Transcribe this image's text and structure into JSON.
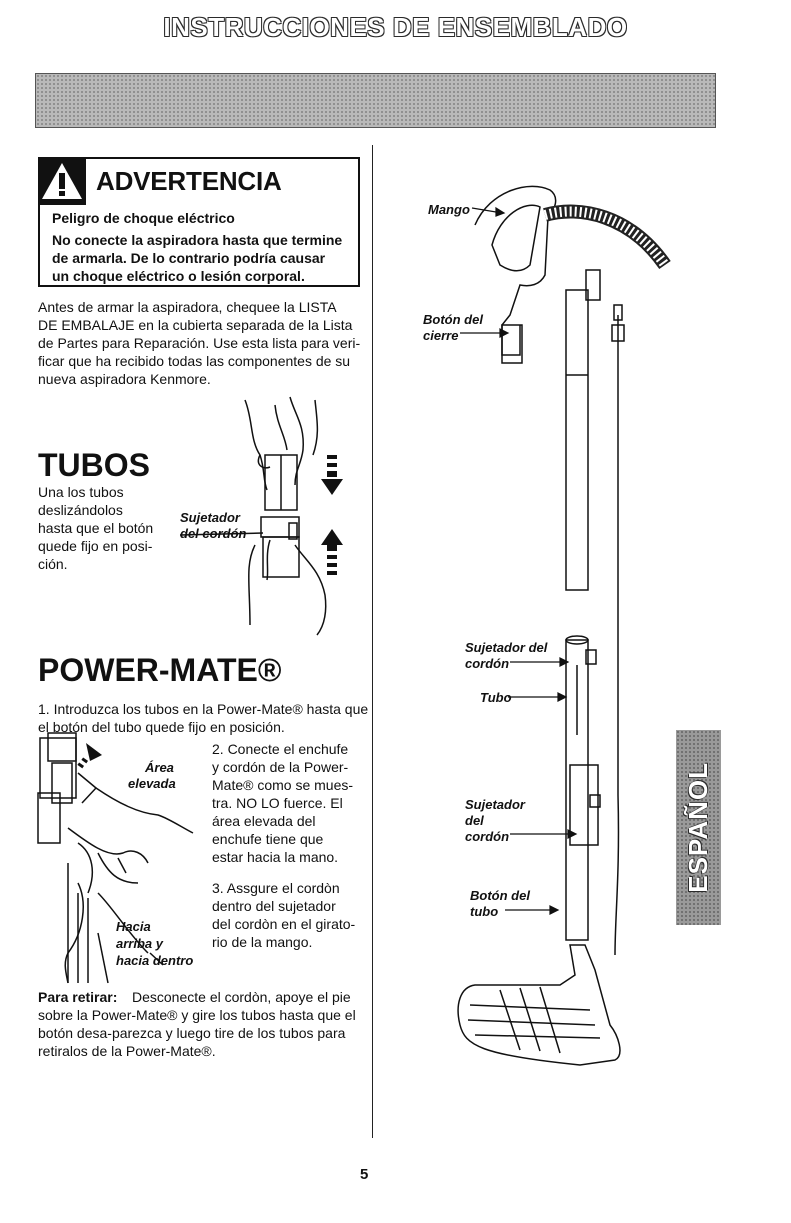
{
  "header": {
    "title": "INSTRUCCIONES DE ENSEMBLADO"
  },
  "warning": {
    "icon": "warning-triangle-icon",
    "title": "ADVERTENCIA",
    "lines": [
      "Peligro de choque eléctrico",
      "No conecte la aspiradora hasta que termine",
      "de armarla. De lo contrario podría causar",
      "un choque eléctrico o lesión corporal."
    ]
  },
  "intro": {
    "lines": [
      "Antes de armar la aspiradora, chequee la LISTA",
      "DE EMBALAJE en la cubierta separada de la Lista",
      "de Partes para Reparación. Use esta lista para veri-",
      "ficar que ha recibido todas las componentes de su",
      "nueva aspiradora Kenmore."
    ]
  },
  "tubos": {
    "title": "TUBOS",
    "lines": [
      "Una los tubos",
      "deslizándolos",
      "hasta que el botón",
      "quede fijo en posi-",
      "ción."
    ],
    "callout": [
      "Sujetador",
      "del cordón"
    ]
  },
  "powermate": {
    "title": "POWER-MATE®",
    "step1": [
      "1. Introduzca los tubos en la Power-Mate® hasta que",
      "el botón del tubo quede fijo en posición."
    ],
    "step2": [
      "2. Conecte el enchufe",
      "y cordón de la Power-",
      "Mate® como se mues-",
      "tra. NO LO fuerce. El",
      "área elevada del",
      "enchufe tiene que",
      "estar hacia la mano."
    ],
    "step3": [
      "3. Assgure el cordòn",
      "dentro del sujetador",
      "del cordòn en el girato-",
      "rio de la mango."
    ],
    "labels": {
      "area": [
        "Área",
        "elevada"
      ],
      "hacia": [
        "Hacia",
        "arriba y",
        "hacia dentro"
      ]
    },
    "retirar_label": "Para retirar:",
    "retirar": [
      "Desconecte el cordòn, apoye el pie",
      "sobre la Power-Mate® y gire los tubos hasta que el",
      "botón desa-parezca y luego tire de los tubos para",
      "retiralos de la Power-Mate®."
    ]
  },
  "diagram_labels": {
    "mango": "Mango",
    "boton_cierre": [
      "Botón del",
      "cierre"
    ],
    "sujetador_top": [
      "Sujetador del",
      "cordón"
    ],
    "tubo": "Tubo",
    "sujetador_bottom": [
      "Sujetador",
      "del",
      "cordón"
    ],
    "boton_tubo": [
      "Botón del",
      "tubo"
    ]
  },
  "side_tab": "ESPAÑOL",
  "page_number": "5"
}
